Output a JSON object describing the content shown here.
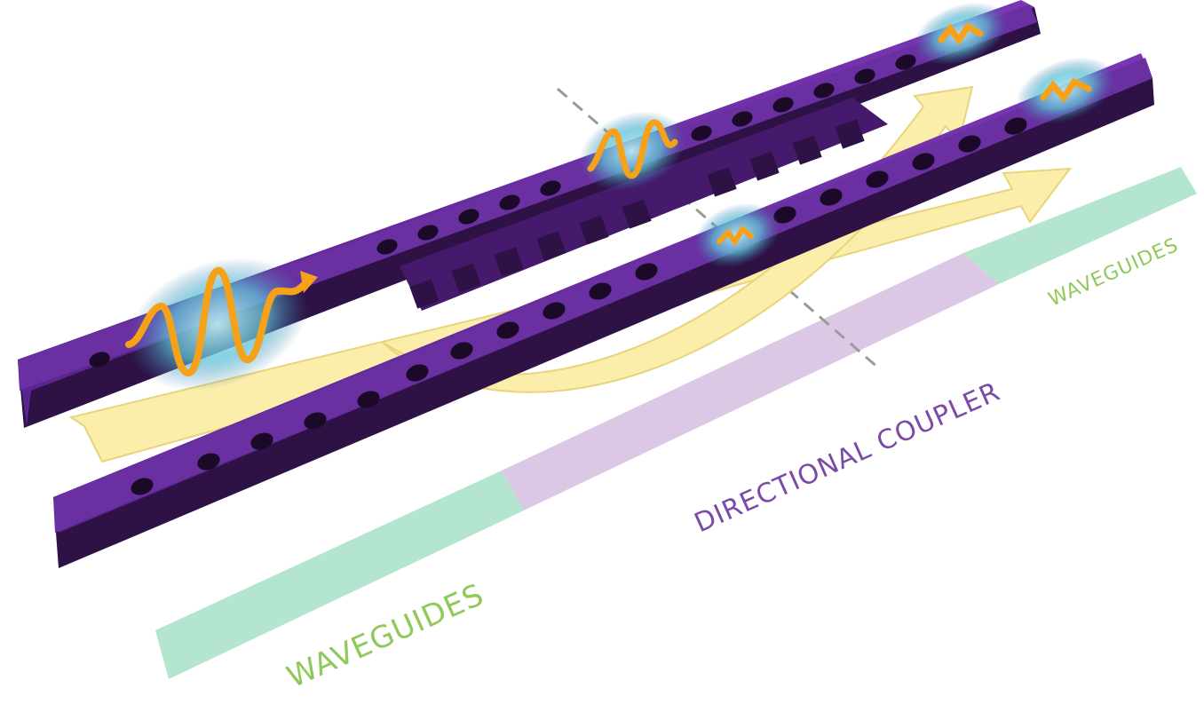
{
  "labels": {
    "waveguides_left": "WAVEGUIDES",
    "directional_coupler": "DIRECTIONAL COUPLER",
    "waveguides_right": "WAVEGUIDES"
  },
  "colors": {
    "waveguide_top": "#6a2fa0",
    "waveguide_side": "#2e1245",
    "waveguide_dark": "#451a6c",
    "arrow_fill": "#fbeeab",
    "arrow_stroke": "#e8d47a",
    "wave_orange": "#f5a11a",
    "mode_glow": "#5fc2d6",
    "band_waveguide": "#b4e6cf",
    "band_coupler": "#dcc8e5",
    "text_waveguide": "#8fc95a",
    "text_coupler": "#7a4aa6",
    "dashed_line": "#9a9a9a"
  },
  "icons": [
    "wave-packet-icon",
    "split-wave-packet-icon"
  ]
}
